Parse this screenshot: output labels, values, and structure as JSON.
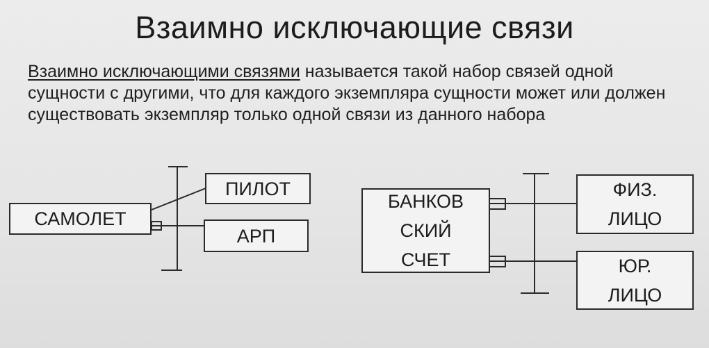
{
  "slide": {
    "title": "Взаимно исключающие связи",
    "definition": {
      "term": "Взаимно исключающими связями",
      "text": " называется такой набор связей одной сущности с другими, что для каждого экземпляра сущности может или должен существовать экземпляр только одной связи из данного набора"
    }
  },
  "diagram_left": {
    "entity": "САМОЛЕТ",
    "related": [
      "ПИЛОТ",
      "АРП"
    ]
  },
  "diagram_right": {
    "entity": "БАНКОВ\nСКИЙ\nСЧЕТ",
    "related": [
      "ФИЗ.\nЛИЦО",
      "ЮР.\nЛИЦО"
    ]
  }
}
